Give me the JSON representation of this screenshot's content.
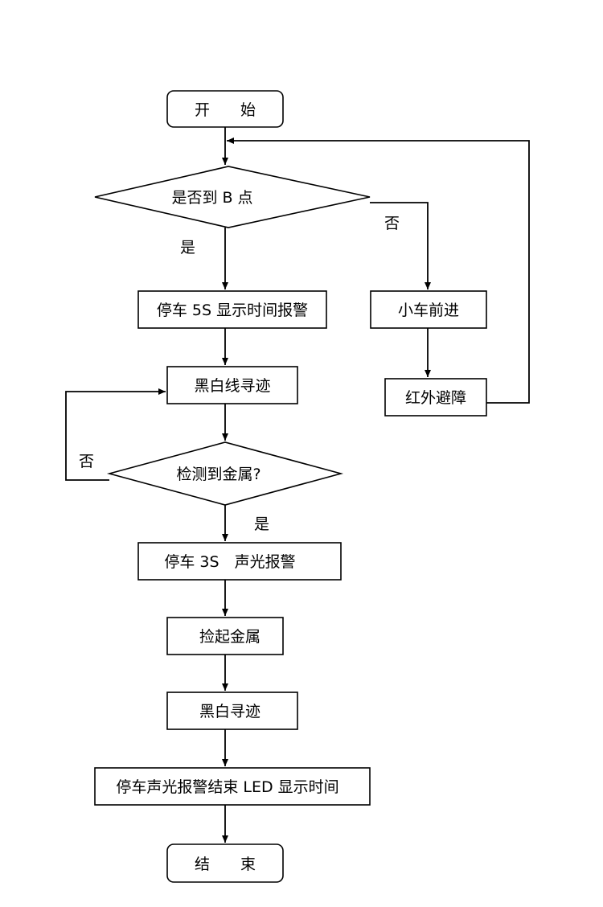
{
  "nodes": {
    "start": "开　　始",
    "check_b": "是否到 B 点",
    "stop5": "停车 5S 显示时间报警",
    "forward": "小车前进",
    "infrared": "红外避障",
    "track1": "黑白线寻迹",
    "metal_check": "检测到金属?",
    "stop3": "停车 3S　声光报警",
    "pickup": "捡起金属",
    "track2": "黑白寻迹",
    "final": "停车声光报警结束 LED  显示时间",
    "end": "结　　束"
  },
  "labels": {
    "yes1": "是",
    "no1": "否",
    "no2": "否",
    "yes2": "是"
  }
}
